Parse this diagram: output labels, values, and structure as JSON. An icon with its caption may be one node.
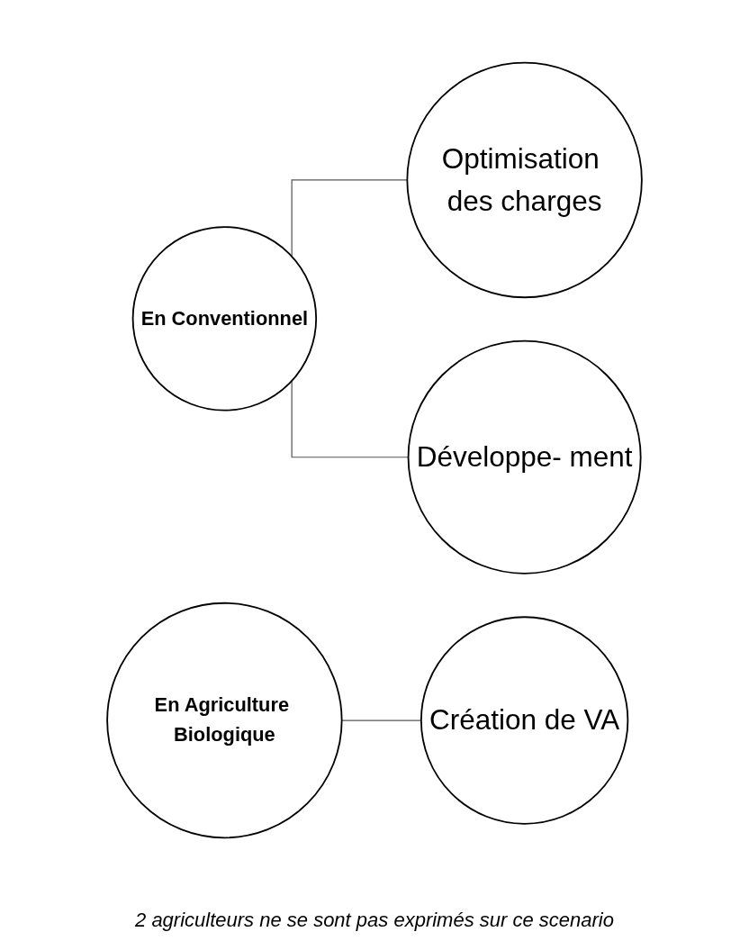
{
  "diagram": {
    "nodes": [
      {
        "text": [
          "En Conventionnel"
        ]
      },
      {
        "text": [
          "Optimisation des charges"
        ]
      },
      {
        "text": [
          "Développe- ment"
        ]
      },
      {
        "text": [
          "En Agriculture Biologique"
        ]
      },
      {
        "text": [
          "Création de VA"
        ]
      }
    ],
    "edges": [
      {
        "from": 0,
        "to": 1,
        "arrow": "none"
      },
      {
        "from": 0,
        "to": 2,
        "arrow": "none"
      },
      {
        "from": 3,
        "to": 4,
        "arrow": "none"
      }
    ],
    "labels": [
      "2 agriculteurs ne se sont pas exprimés sur ce scenario"
    ]
  }
}
